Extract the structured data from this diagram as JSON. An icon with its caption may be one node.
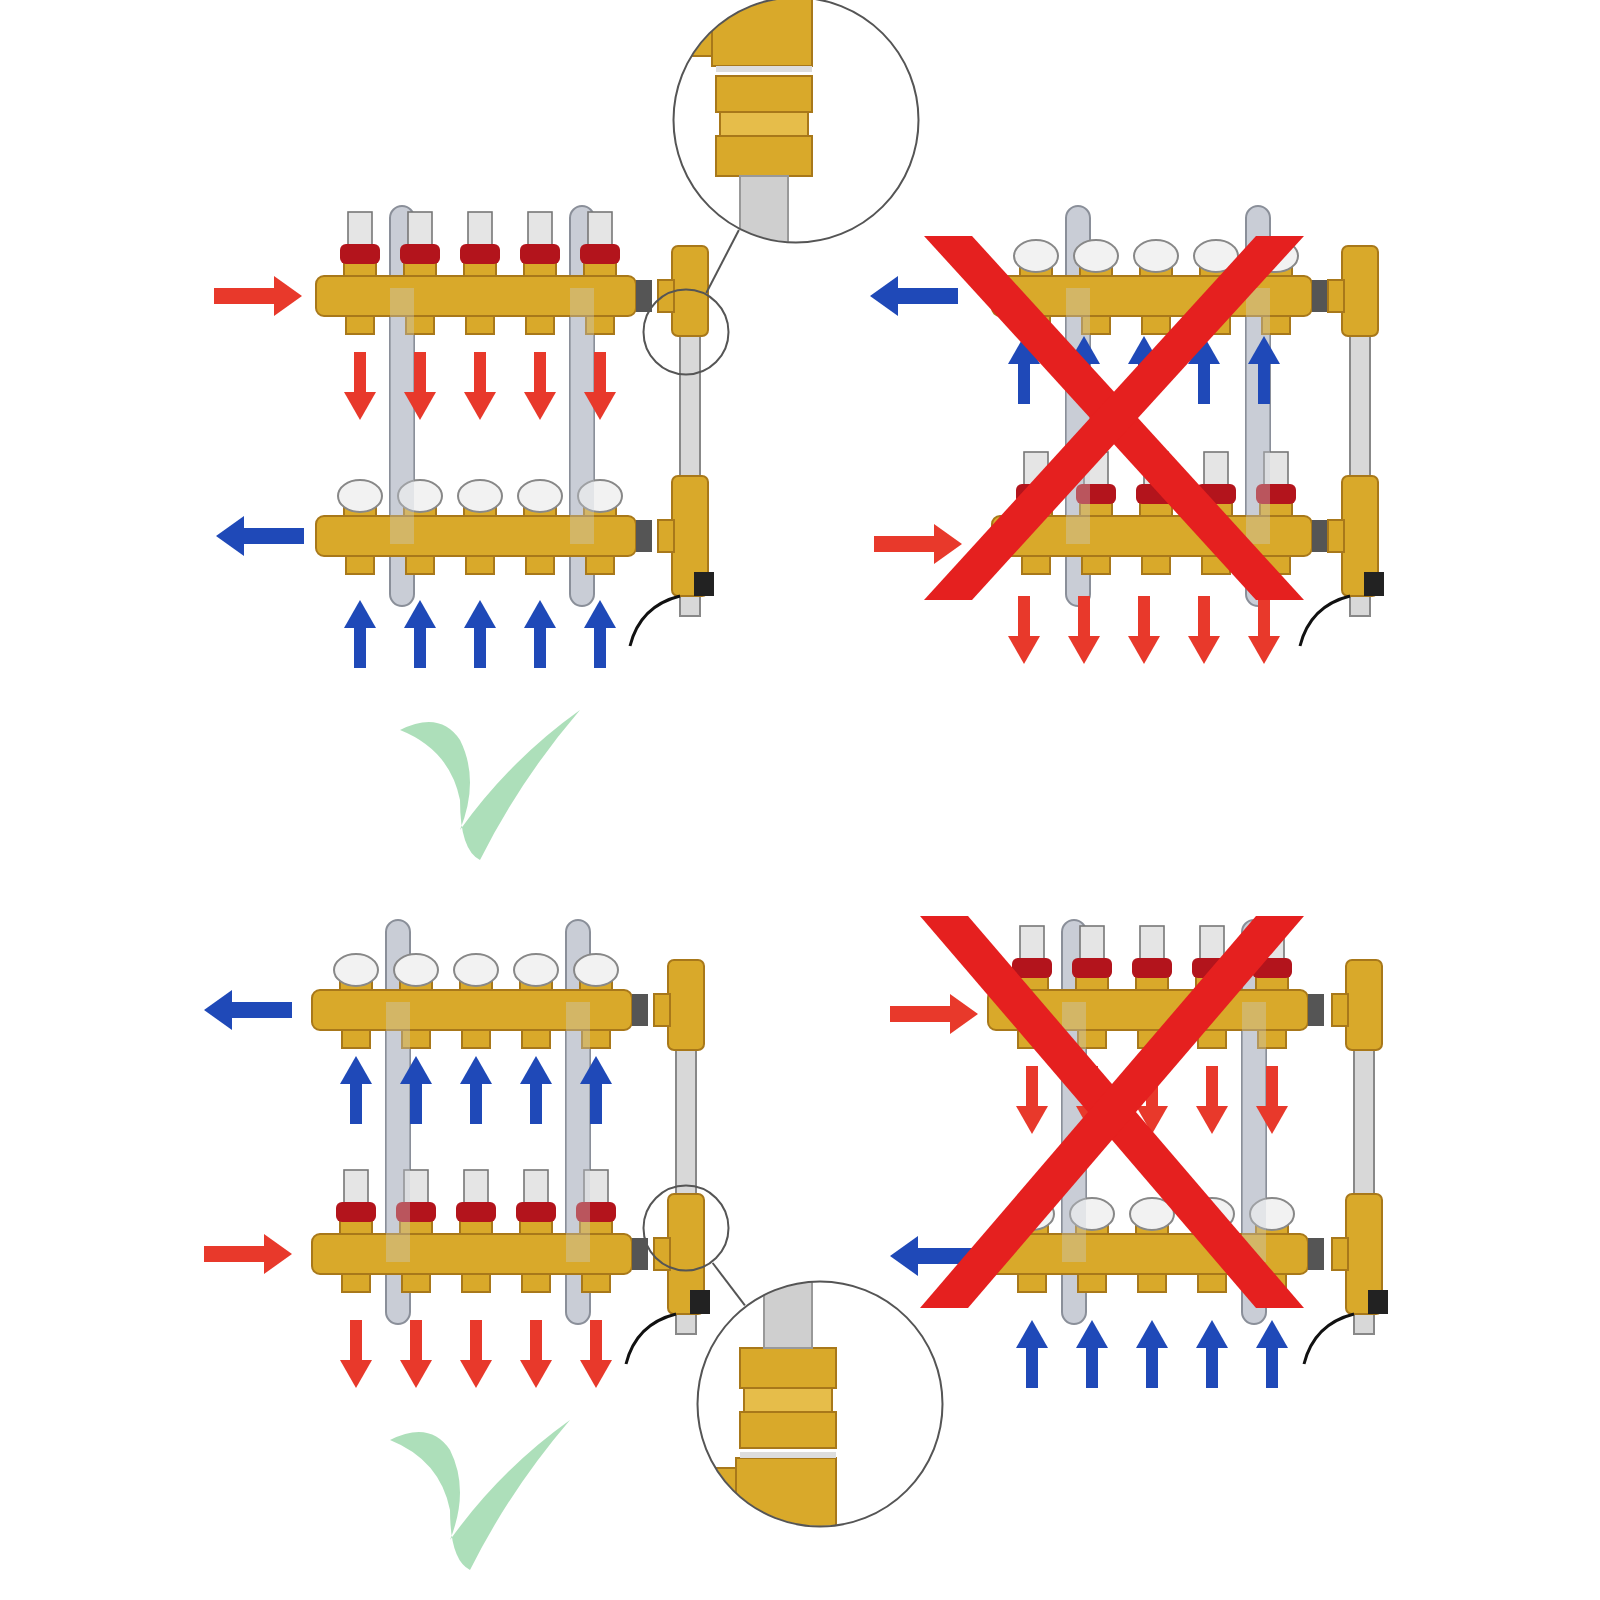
{
  "diagram": {
    "nodes": [
      {
        "text": [],
        "shape": "picture"
      },
      {
        "text": [],
        "shape": "circle"
      },
      {
        "text": [],
        "shape": "circle"
      },
      {
        "text": [],
        "shape": "picture"
      }
    ],
    "edges": [
      {
        "from": 1,
        "to": 0,
        "arrow": "none"
      },
      {
        "from": 2,
        "to": 3,
        "arrow": "none"
      }
    ]
  }
}
